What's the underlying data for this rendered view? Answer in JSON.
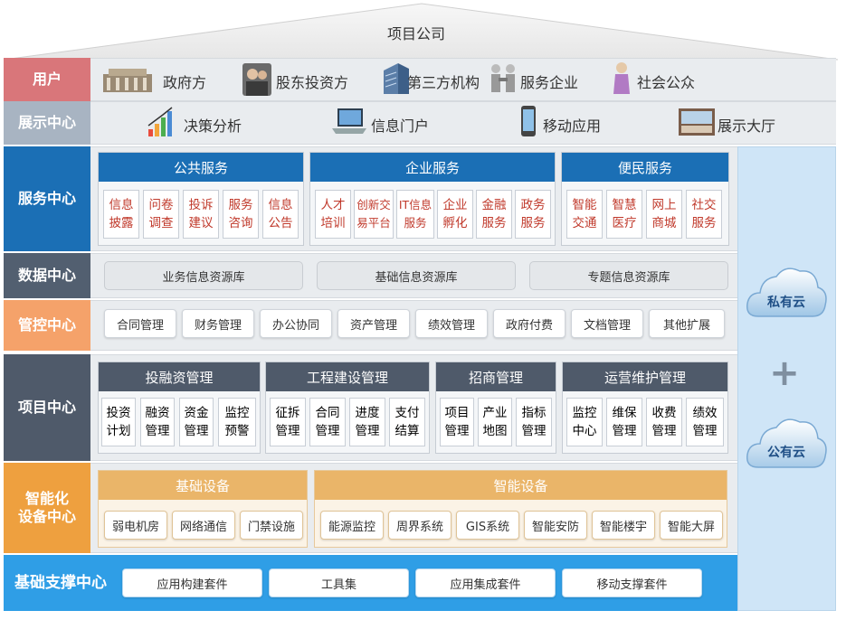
{
  "roof": {
    "title": "项目公司"
  },
  "users": {
    "label": "用户",
    "items": [
      {
        "icon": "government-building-icon",
        "label": "政府方"
      },
      {
        "icon": "shareholders-icon",
        "label": "股东投资方"
      },
      {
        "icon": "third-party-building-icon",
        "label": "第三方机构"
      },
      {
        "icon": "handshake-icon",
        "label": "服务企业"
      },
      {
        "icon": "public-person-icon",
        "label": "社会公众"
      }
    ]
  },
  "display": {
    "label": "展示中心",
    "items": [
      {
        "icon": "bar-chart-icon",
        "label": "决策分析"
      },
      {
        "icon": "laptop-icon",
        "label": "信息门户"
      },
      {
        "icon": "phone-icon",
        "label": "移动应用"
      },
      {
        "icon": "exhibition-hall-icon",
        "label": "展示大厅"
      }
    ]
  },
  "service": {
    "label": "服务中心",
    "groups": [
      {
        "title": "公共服务",
        "items": [
          "信息\n披露",
          "问卷\n调查",
          "投诉\n建议",
          "服务\n咨询",
          "信息\n公告"
        ]
      },
      {
        "title": "企业服务",
        "items": [
          "人才\n培训",
          "创新交\n易平台",
          "IT信息\n服务",
          "企业\n孵化",
          "金融\n服务",
          "政务\n服务"
        ]
      },
      {
        "title": "便民服务",
        "items": [
          "智能\n交通",
          "智慧\n医疗",
          "网上\n商城",
          "社交\n服务"
        ]
      }
    ]
  },
  "data": {
    "label": "数据中心",
    "items": [
      "业务信息资源库",
      "基础信息资源库",
      "专题信息资源库"
    ]
  },
  "control": {
    "label": "管控中心",
    "items": [
      "合同管理",
      "财务管理",
      "办公协同",
      "资产管理",
      "绩效管理",
      "政府付费",
      "文档管理",
      "其他扩展"
    ]
  },
  "project": {
    "label": "项目中心",
    "groups": [
      {
        "title": "投融资管理",
        "items": [
          "投资\n计划",
          "融资\n管理",
          "资金\n管理",
          "监控\n预警"
        ]
      },
      {
        "title": "工程建设管理",
        "items": [
          "征拆\n管理",
          "合同\n管理",
          "进度\n管理",
          "支付\n结算"
        ]
      },
      {
        "title": "招商管理",
        "items": [
          "项目\n管理",
          "产业\n地图",
          "指标\n管理"
        ]
      },
      {
        "title": "运营维护管理",
        "items": [
          "监控\n中心",
          "维保\n管理",
          "收费\n管理",
          "绩效\n管理"
        ]
      }
    ]
  },
  "devices": {
    "label_line1": "智能化",
    "label_line2": "设备中心",
    "groups": [
      {
        "title": "基础设备",
        "items": [
          "弱电机房",
          "网络通信",
          "门禁设施"
        ]
      },
      {
        "title": "智能设备",
        "items": [
          "能源监控",
          "周界系统",
          "GIS系统",
          "智能安防",
          "智能楼宇",
          "智能大屏"
        ]
      }
    ]
  },
  "support": {
    "label": "基础支撑中心",
    "items": [
      "应用构建套件",
      "工具集",
      "应用集成套件",
      "移动支撑套件"
    ]
  },
  "cloud": {
    "private": "私有云",
    "plus": "+",
    "public": "公有云"
  },
  "colors": {
    "users": "#d9767a",
    "display": "#a8b4c2",
    "service": "#1b6fb5",
    "data": "#525f70",
    "control": "#f5a26a",
    "project": "#4f5a6a",
    "devices": "#eea03f",
    "support": "#2f9ee6",
    "cloudpanel": "#cfe5f7"
  }
}
